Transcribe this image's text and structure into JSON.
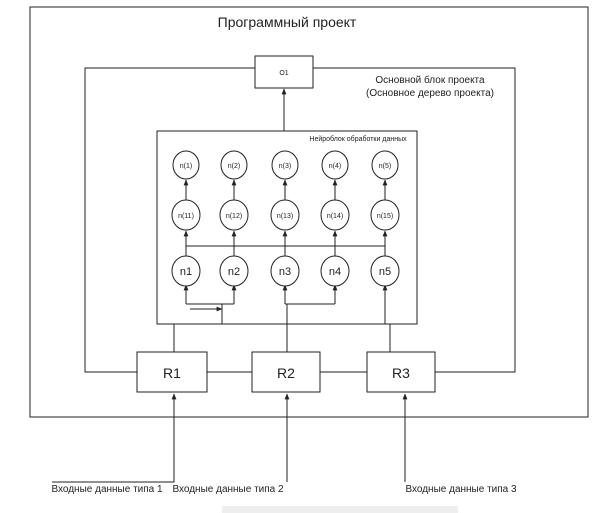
{
  "project": {
    "title": "Программный проект",
    "main_block_line1": "Основной блок проекта",
    "main_block_line2": "(Основное дерево проекта)"
  },
  "output": {
    "label": "O1"
  },
  "neuro_block": {
    "title": "Нейроблок обработки данных"
  },
  "nodes": {
    "top": [
      "n(1)",
      "n(2)",
      "n(3)",
      "n(4)",
      "n(5)"
    ],
    "middle": [
      "n(11)",
      "n(12)",
      "n(13)",
      "n(14)",
      "n(15)"
    ],
    "bottom": [
      "n1",
      "n2",
      "n3",
      "n4",
      "n5"
    ]
  },
  "routers": [
    "R1",
    "R2",
    "R3"
  ],
  "inputs": [
    "Входные данные типа 1",
    "Входные данные типа 2",
    "Входные данные типа 3"
  ]
}
